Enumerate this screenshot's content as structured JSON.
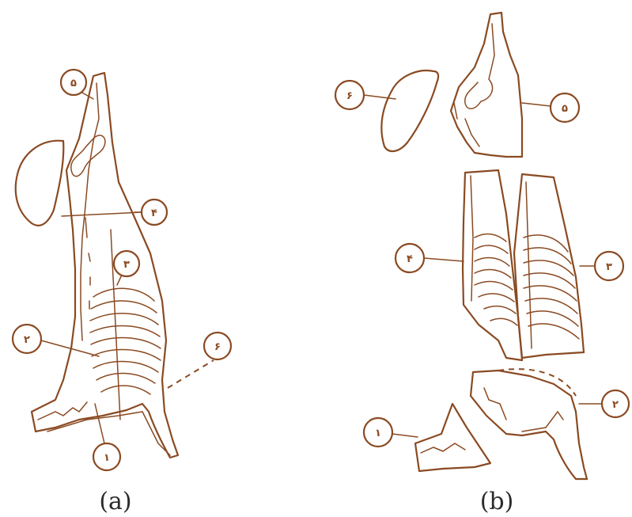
{
  "figure": {
    "caption_a": "(a)",
    "caption_b": "(b)",
    "callouts_a": [
      "۵",
      "۴",
      "۳",
      "۲",
      "۶",
      "۱"
    ],
    "callouts_b": [
      "۶",
      "۵",
      "۴",
      "۳",
      "۲",
      "۱"
    ],
    "line_color": "#8a4a22"
  }
}
